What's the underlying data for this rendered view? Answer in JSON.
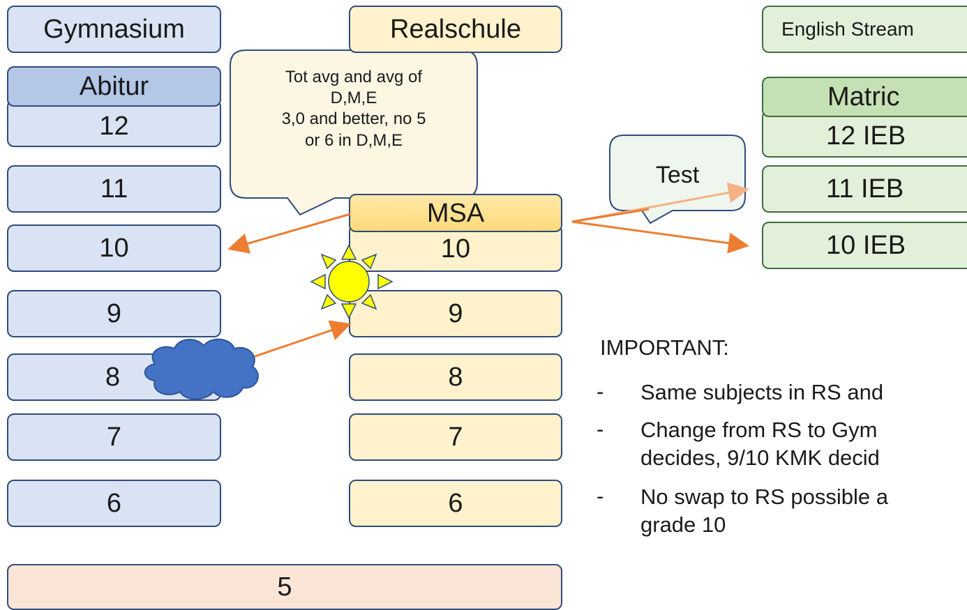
{
  "gymnasium": {
    "title": "Gymnasium",
    "head": "Abitur",
    "grades": [
      "12",
      "11",
      "10",
      "9",
      "8",
      "7",
      "6"
    ]
  },
  "realschule": {
    "title": "Realschule",
    "head": "MSA",
    "grades": [
      "10",
      "9",
      "8",
      "7",
      "6"
    ]
  },
  "shared_grade": "5",
  "english_stream": {
    "title": "English Stream",
    "head": "Matric",
    "grades": [
      "12 IEB",
      "11 IEB",
      "10 IEB"
    ]
  },
  "callout_requirements": [
    "Tot avg and avg of",
    "D,M,E",
    "3,0 and better, no 5",
    "or 6 in D,M,E"
  ],
  "callout_test": "Test",
  "important": {
    "heading": "IMPORTANT:",
    "bullet_marker": "-",
    "lines": [
      "Same subjects in RS and",
      "Change from RS to Gym",
      "decides, 9/10 KMK decid",
      "No swap to RS possible a",
      "grade 10"
    ]
  },
  "colors": {
    "gymnasium": "#dae3f3",
    "realschule": "#fff2cc",
    "english_stream": "#e2f0d9",
    "grade5": "#fbe5d6",
    "arrow": "#ed7d31",
    "sun": "#ffff00",
    "cloud": "#4472c4"
  },
  "icons": [
    "sun-icon",
    "cloud-icon"
  ]
}
